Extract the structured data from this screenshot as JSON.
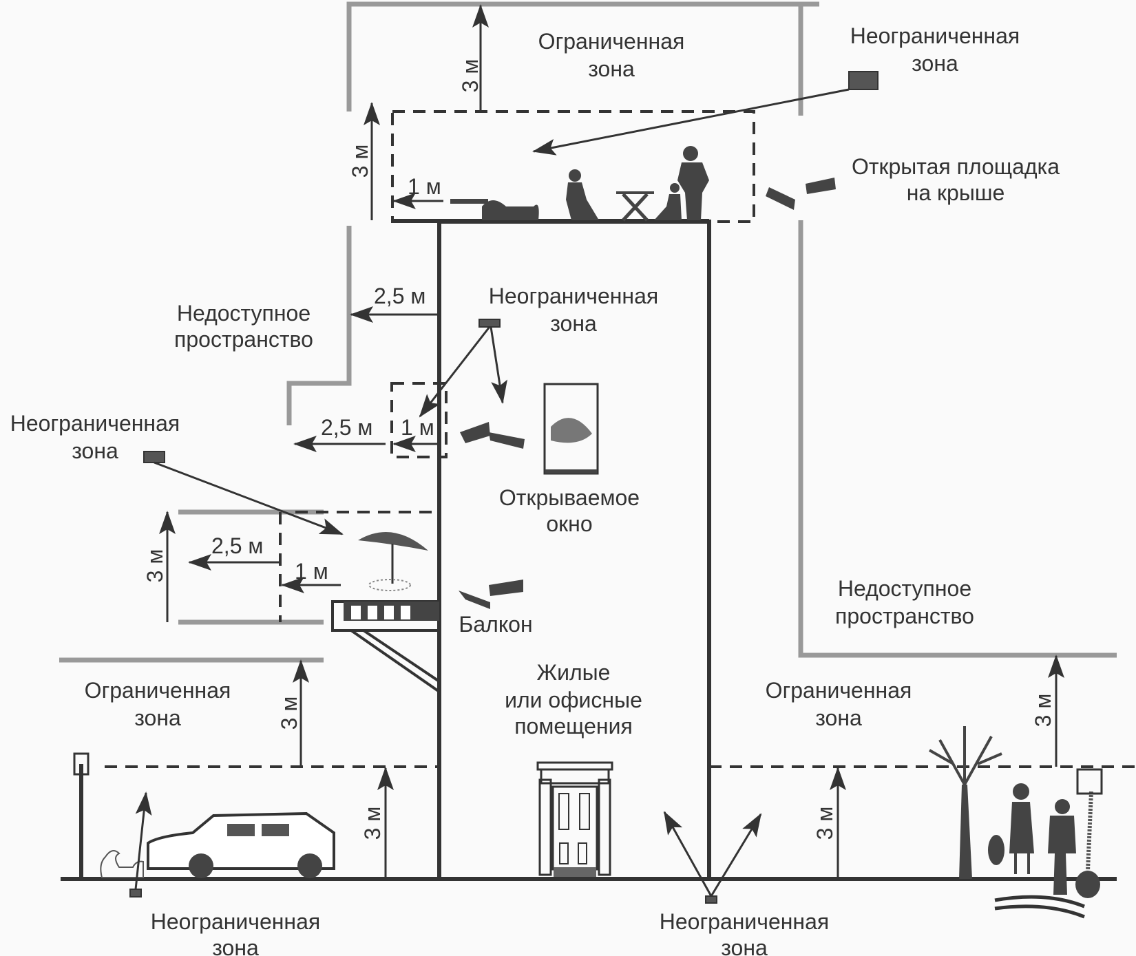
{
  "diagram": {
    "labels": {
      "top_restricted_1": "Ограниченная",
      "top_restricted_2": "зона",
      "top_right_unrestricted_1": "Неограниченная",
      "top_right_unrestricted_2": "зона",
      "roof_platform_1": "Открытая площадка",
      "roof_platform_2": "на крыше",
      "inaccessible_left_1": "Недоступное",
      "inaccessible_left_2": "пространство",
      "mid_unrestricted_1": "Неограниченная",
      "mid_unrestricted_2": "зона",
      "left_unrestricted_1": "Неограниченная",
      "left_unrestricted_2": "зона",
      "window_1": "Открываемое",
      "window_2": "окно",
      "balcony": "Балкон",
      "inaccessible_right_1": "Недоступное",
      "inaccessible_right_2": "пространство",
      "left_restricted_1": "Ограниченная",
      "left_restricted_2": "зона",
      "building_1": "Жилые",
      "building_2": "или офисные",
      "building_3": "помещения",
      "right_restricted_1": "Ограниченная",
      "right_restricted_2": "зона",
      "bottom_left_unrestricted_1": "Неограниченная",
      "bottom_left_unrestricted_2": "зона",
      "bottom_center_unrestricted_1": "Неограниченная",
      "bottom_center_unrestricted_2": "зона"
    },
    "dimensions": {
      "roof_top_height": "3 м",
      "roof_left_height": "3 м",
      "roof_offset": "1 м",
      "upper_offset": "2,5 м",
      "window_offset": "2,5 м",
      "window_depth": "1 м",
      "balcony_offset": "2,5 м",
      "balcony_depth": "1 м",
      "balcony_height": "3 м",
      "left_restricted_height": "3 м",
      "left_ground_height": "3 м",
      "right_ground_height": "3 м",
      "right_restricted_height": "3 м"
    }
  }
}
